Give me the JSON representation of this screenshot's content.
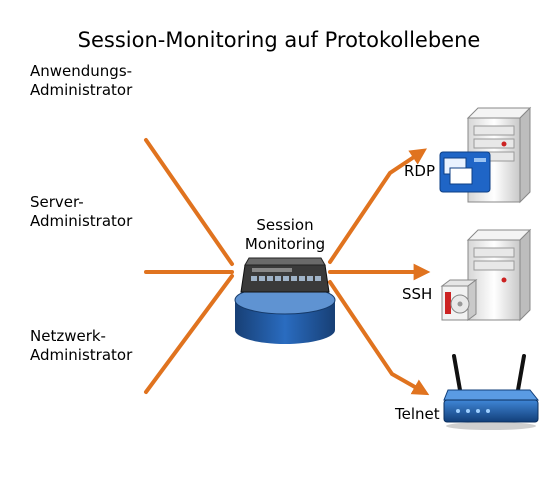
{
  "diagram": {
    "title": "Session-Monitoring auf Protokollebene",
    "admins": [
      {
        "label": "Anwendungs-\nAdministrator"
      },
      {
        "label": "Server-\nAdministrator"
      },
      {
        "label": "Netzwerk-\nAdministrator"
      }
    ],
    "hub_label": "Session\nMonitoring",
    "protocols": [
      {
        "label": "RDP"
      },
      {
        "label": "SSH"
      },
      {
        "label": "Telnet"
      }
    ],
    "colors": {
      "arrow": "#e0731f",
      "monitor_frame": "#dcdcdc",
      "screen": "#1a5fb4",
      "hub_body": "#1d4f8f",
      "router": "#1f5fb0"
    }
  }
}
